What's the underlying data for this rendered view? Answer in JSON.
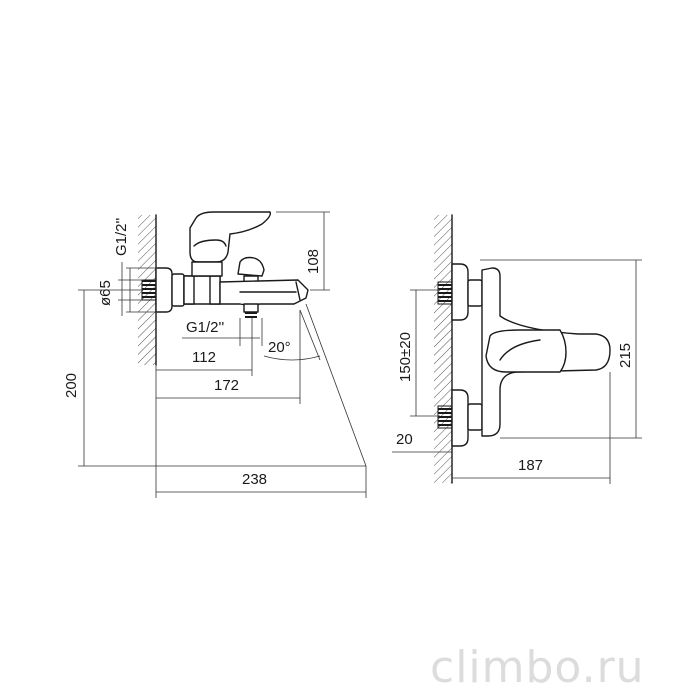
{
  "dimensions": {
    "thread_left": "G1/2''",
    "diameter": "ø65",
    "height_108": "108",
    "thread_bottom": "G1/2''",
    "angle": "20°",
    "len_112": "112",
    "len_172": "172",
    "height_200": "200",
    "len_238": "238",
    "centers": "150±20",
    "height_215": "215",
    "wall_20": "20",
    "depth_187": "187"
  },
  "watermark": "climbo.ru",
  "colors": {
    "line": "#1a1a1a",
    "hatch": "#555555",
    "watermark": "#dcdcdc"
  }
}
